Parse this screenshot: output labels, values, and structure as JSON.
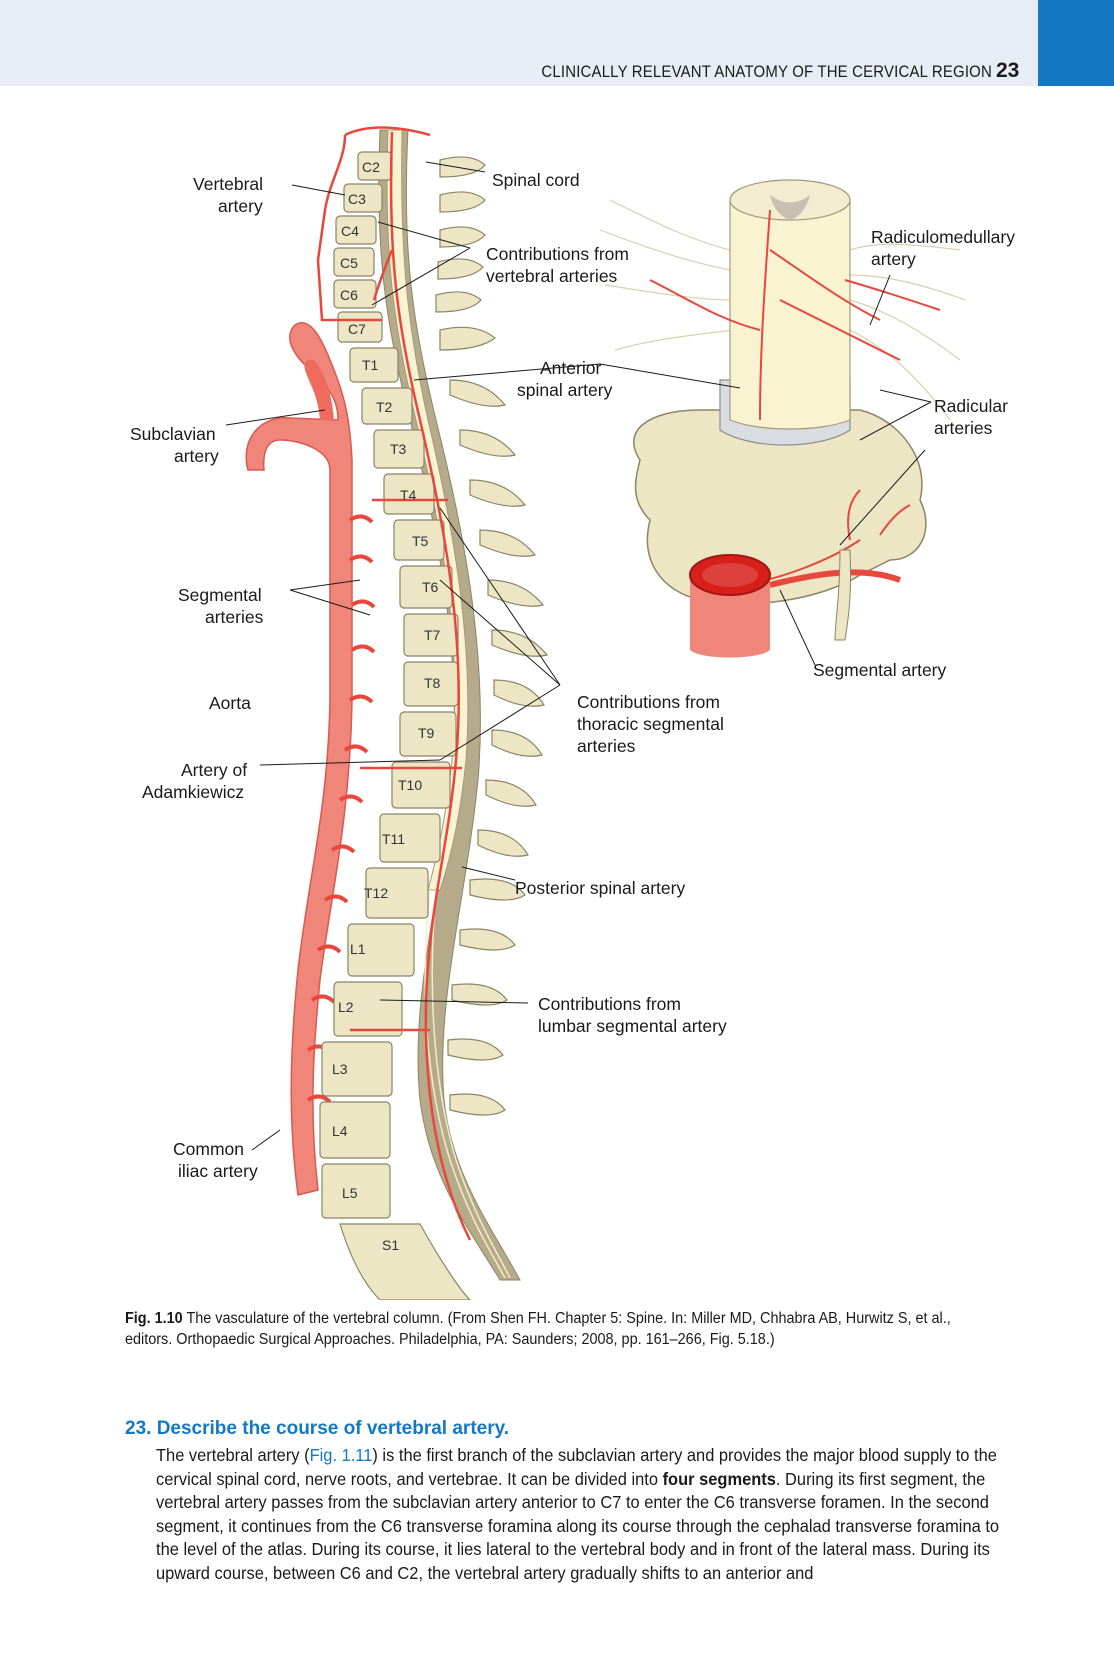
{
  "header": {
    "running_head": "CLINICALLY RELEVANT ANATOMY OF THE CERVICAL REGION",
    "page_number": "23",
    "accent_color": "#1479c4"
  },
  "figure": {
    "labels": {
      "vertebral_artery_1": "Vertebral",
      "vertebral_artery_2": "artery",
      "spinal_cord": "Spinal cord",
      "contrib_vertebral_1": "Contributions from",
      "contrib_vertebral_2": "vertebral arteries",
      "anterior_spinal_1": "Anterior",
      "anterior_spinal_2": "spinal artery",
      "subclavian_1": "Subclavian",
      "subclavian_2": "artery",
      "segmental_1": "Segmental",
      "segmental_2": "arteries",
      "aorta": "Aorta",
      "adamkiewicz_1": "Artery of",
      "adamkiewicz_2": "Adamkiewicz",
      "contrib_thoracic_1": "Contributions from",
      "contrib_thoracic_2": "thoracic segmental",
      "contrib_thoracic_3": "arteries",
      "posterior_spinal": "Posterior spinal artery",
      "contrib_lumbar_1": "Contributions from",
      "contrib_lumbar_2": "lumbar segmental artery",
      "common_iliac_1": "Common",
      "common_iliac_2": "iliac artery",
      "radiculomedullary_1": "Radiculomedullary",
      "radiculomedullary_2": "artery",
      "radicular_1": "Radicular",
      "radicular_2": "arteries",
      "segmental_artery": "Segmental artery"
    },
    "vertebrae": [
      "C2",
      "C3",
      "C4",
      "C5",
      "C6",
      "C7",
      "T1",
      "T2",
      "T3",
      "T4",
      "T5",
      "T6",
      "T7",
      "T8",
      "T9",
      "T10",
      "T11",
      "T12",
      "L1",
      "L2",
      "L3",
      "L4",
      "L5",
      "S1"
    ],
    "colors": {
      "artery": "#e8483c",
      "aorta": "#f0857a",
      "bone": "#ece6c4",
      "bone_stroke": "#8c8466",
      "disc": "#ffffff",
      "cord": "#faf3d2",
      "dura": "#b5ab8a"
    }
  },
  "caption": {
    "fig_label": "Fig. 1.10",
    "text": "The vasculature of the vertebral column. (From Shen FH. Chapter 5: Spine. In: Miller MD, Chhabra AB, Hurwitz S, et al., editors. Orthopaedic Surgical Approaches. Philadelphia, PA: Saunders; 2008, pp. 161–266, Fig. 5.18.)"
  },
  "question": {
    "title": "23. Describe the course of vertebral artery.",
    "p_start": "The vertebral artery (",
    "link": "Fig. 1.11",
    "p_mid": ") is the first branch of the subclavian artery and provides the major blood supply to the cervical spinal cord, nerve roots, and vertebrae. It can be divided into ",
    "bold": "four segments",
    "p_end": ". During its first segment, the vertebral artery passes from the subclavian artery anterior to C7 to enter the C6 transverse foramen. In the second segment, it continues from the C6 transverse foramina along its course through the cephalad transverse foramina to the level of the atlas. During its course, it lies lateral to the vertebral body and in front of the lateral mass. During its upward course, between C6 and C2, the vertebral artery gradually shifts to an anterior and"
  }
}
